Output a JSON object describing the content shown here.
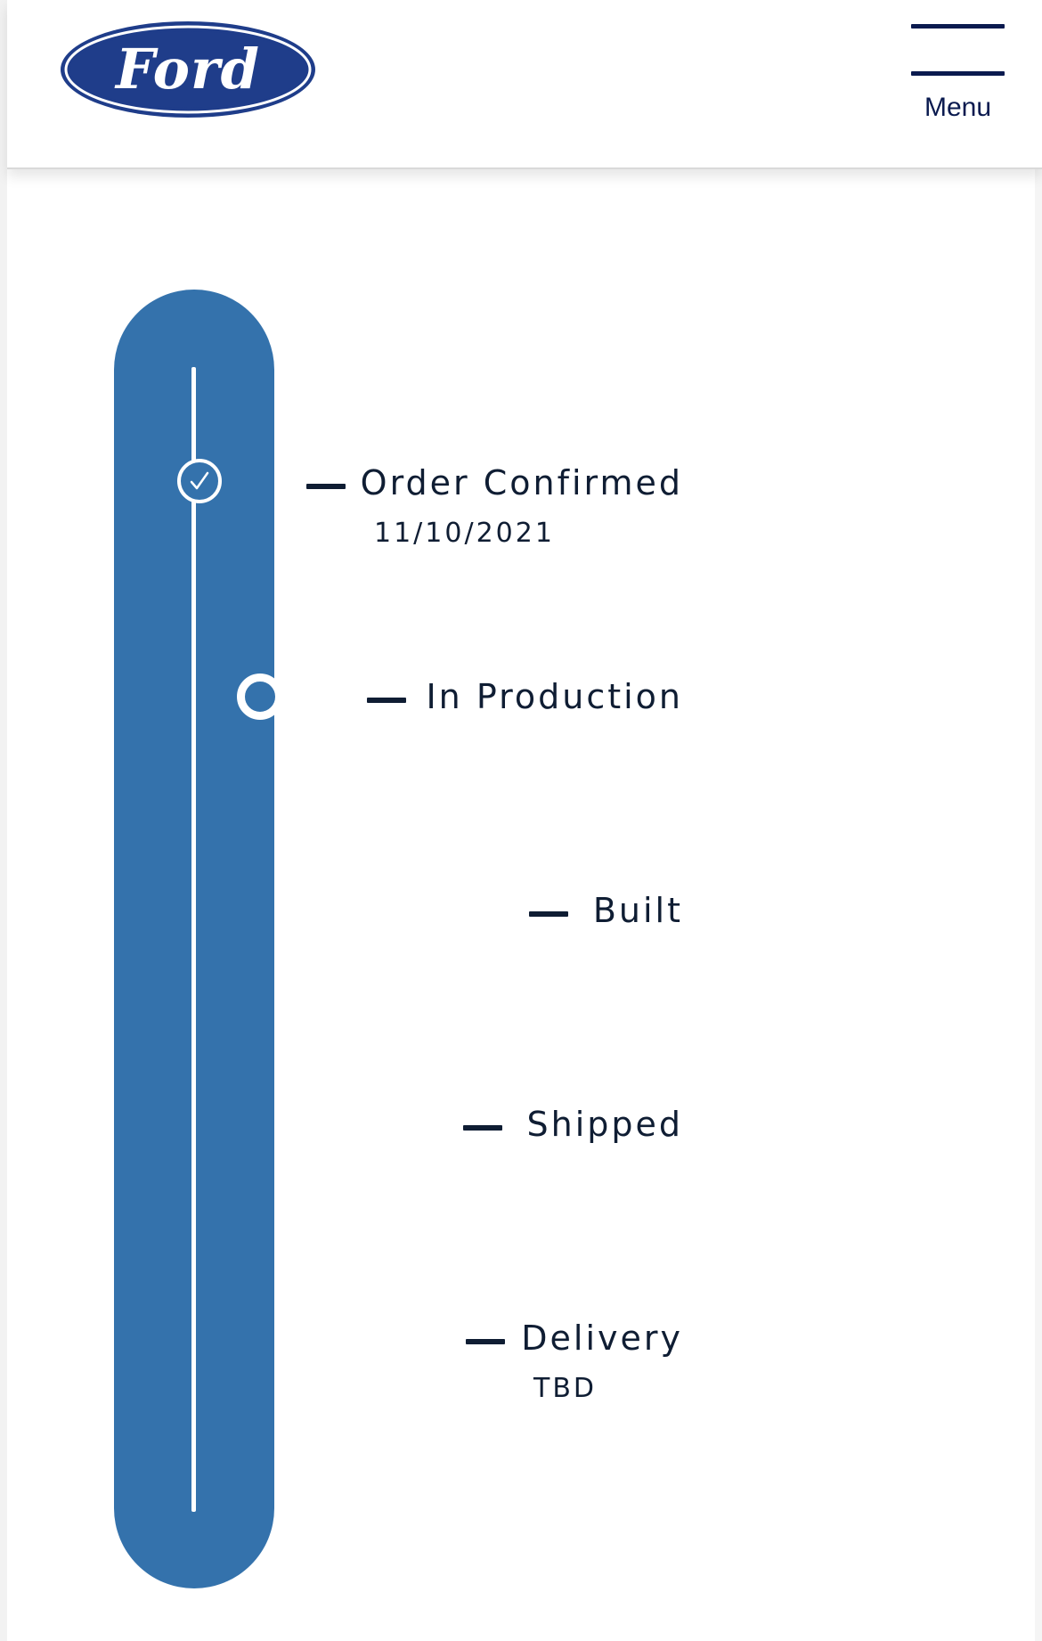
{
  "header": {
    "logo_text": "Ford",
    "menu_label": "Menu"
  },
  "colors": {
    "brand_navy": "#0a1a4f",
    "logo_blue": "#1f3d8a",
    "timeline_blue": "#3472ac",
    "text_dark": "#0f1d33"
  },
  "timeline": {
    "steps": [
      {
        "label": "Order Confirmed",
        "sub": "11/10/2021",
        "status": "complete",
        "icon": "check-icon"
      },
      {
        "label": "In Production",
        "sub": "",
        "status": "current",
        "icon": "current-step-icon"
      },
      {
        "label": "Built",
        "sub": "",
        "status": "pending"
      },
      {
        "label": "Shipped",
        "sub": "",
        "status": "pending"
      },
      {
        "label": "Delivery",
        "sub": "TBD",
        "status": "pending"
      }
    ]
  }
}
